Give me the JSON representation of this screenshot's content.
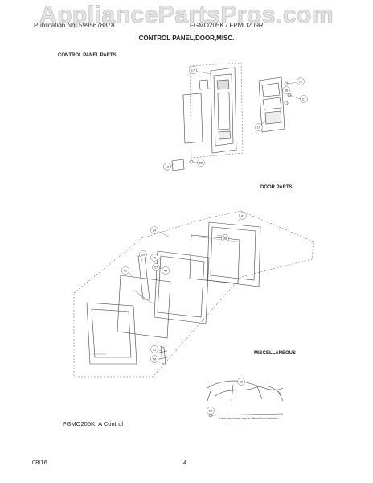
{
  "watermark": "AppliancePartsPros.com",
  "header": {
    "publication": "Publication No: 5995678878",
    "models": "FGMO205K / FPMO209R",
    "title": "CONTROL PANEL,DOOR,MISC."
  },
  "sections": {
    "control_panel": "CONTROL PANEL PARTS",
    "door": "DOOR PARTS",
    "misc": "MISCELLANEOUS"
  },
  "callouts": {
    "control_panel": [
      "17",
      "18",
      "19",
      "20",
      "21",
      "55",
      "56"
    ],
    "door": [
      "24",
      "27",
      "38",
      "40",
      "41",
      "42",
      "45",
      "53",
      "54",
      "59"
    ],
    "misc": [
      "60",
      "65"
    ]
  },
  "misc_note": "Actual wire harness may be different from illustration",
  "caption": "FGMO205K_A Control",
  "footer": {
    "date": "08/16",
    "page": "4"
  }
}
